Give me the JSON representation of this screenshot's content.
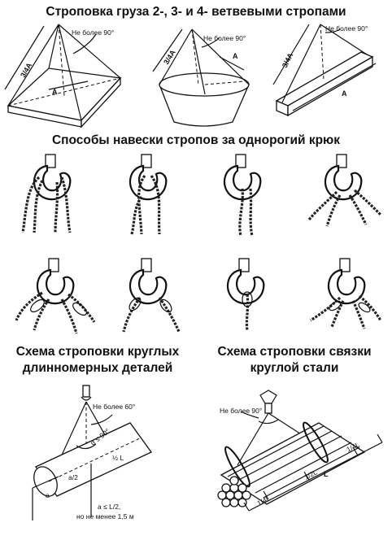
{
  "headings": {
    "rigging_title": "Строповка груза 2-, 3- и 4- ветвевыми стропами",
    "hook_title": "Способы навески стропов за однорогий крюк",
    "long_parts_title_line1": "Схема строповки круглых",
    "long_parts_title_line2": "длинномерных деталей",
    "bundle_title_line1": "Схема строповки связки",
    "bundle_title_line2": "круглой стали"
  },
  "labels": {
    "angle_limit": "Не более 90°",
    "angle_limit_60": "Не более 60°",
    "sling_length": "3/4А",
    "dim_a": "А",
    "alpha": "α ≤ 90°",
    "dim_l2": "a ≤ L/2,",
    "dim_min": "но не менее 1,5 м",
    "dim_a_small": "a",
    "dim_a2": "a/2",
    "dim_half": "½ L",
    "dim_quarter": "1/4L",
    "dim_half_l": "1/2L",
    "dim_l": "L"
  },
  "colors": {
    "ink": "#111111",
    "paper": "#ffffff"
  }
}
